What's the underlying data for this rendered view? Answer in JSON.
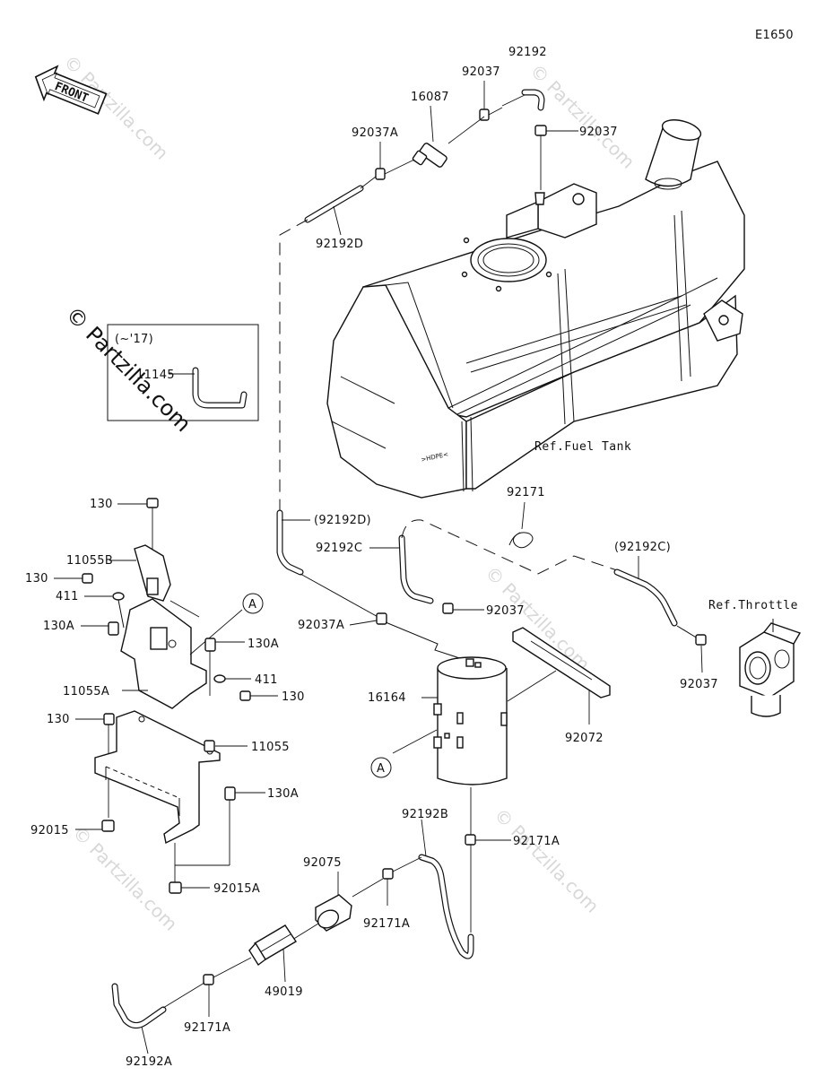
{
  "diagram_code": "E1650",
  "front_label": "FRONT",
  "watermark_main": "© Partzilla.com",
  "watermark_small": "© Partzilla.com",
  "inset": {
    "title": "(~'17)",
    "part": "11145"
  },
  "refs": {
    "fuel_tank": "Ref.Fuel Tank",
    "throttle": "Ref.Throttle"
  },
  "callout_a": "A",
  "tank_mark": ">HDPE<",
  "parts": {
    "p92192_top": "92192",
    "p92037_top": "92037",
    "p92037_right": "92037",
    "p16087": "16087",
    "p92037A_top": "92037A",
    "p92192D": "92192D",
    "p92192D_paren": "(92192D)",
    "p92192C": "92192C",
    "p92192C_paren": "(92192C)",
    "p92171": "92171",
    "p92037A_mid": "92037A",
    "p92037_mid": "92037",
    "p92037_throttle": "92037",
    "p16164": "16164",
    "p92072": "92072",
    "p130_a": "130",
    "p11055B": "11055B",
    "p130_b": "130",
    "p411_a": "411",
    "p130A_a": "130A",
    "p130A_b": "130A",
    "p411_b": "411",
    "p11055A": "11055A",
    "p130_c": "130",
    "p130_d": "130",
    "p11055": "11055",
    "p130A_c": "130A",
    "p92015": "92015",
    "p92015A": "92015A",
    "p92192B": "92192B",
    "p92171A_a": "92171A",
    "p92075": "92075",
    "p92171A_b": "92171A",
    "p49019": "49019",
    "p92171A_c": "92171A",
    "p92192A": "92192A"
  }
}
